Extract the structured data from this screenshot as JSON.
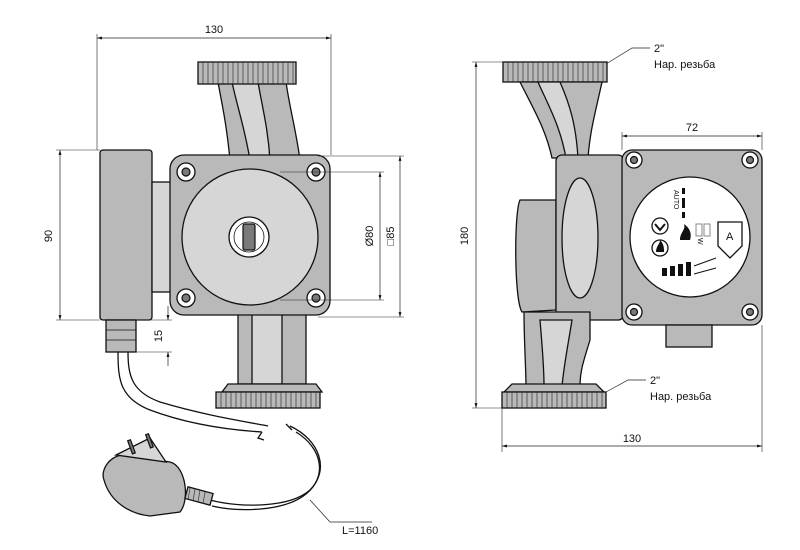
{
  "front_view": {
    "width_dim": "130",
    "height_dim": "90",
    "plug_dim": "15",
    "diameter_dim": "Ø80",
    "square_dim": "□85",
    "cable_dim": "L=1160"
  },
  "side_view": {
    "height_dim": "180",
    "width_dim": "130",
    "box_dim": "72",
    "thread_top_size": "2\"",
    "thread_top_label": "Нар. резьба",
    "thread_bottom_size": "2\"",
    "thread_bottom_label": "Нар. резьба",
    "panel_mode_label": "AUTO",
    "panel_unit_label": "W",
    "panel_badge": "A"
  },
  "colors": {
    "line": "#111111",
    "body_fill": "#b9b9b9",
    "light_fill": "#d6d6d6",
    "dark_fill": "#7a7a7a"
  }
}
